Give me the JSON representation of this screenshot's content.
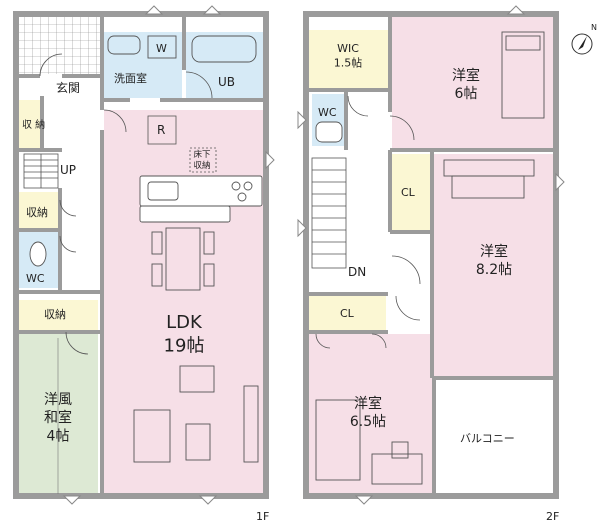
{
  "colors": {
    "wall": "#9b9b9b",
    "ldk": "#f6dfe7",
    "bedroom": "#f6dfe7",
    "wet": "#d6eaf6",
    "closet": "#fbf7d3",
    "washitsu": "#dde9d4",
    "hall": "#ffffff",
    "line": "#555555"
  },
  "floor1": {
    "label": "1F",
    "rooms": {
      "entrance": "玄関",
      "storage_side": "収\n納",
      "up": "UP",
      "storage_small": "収納",
      "wc": "WC",
      "storage_top": "収納",
      "washitsu": "洋風\n和室\n4帖",
      "washroom": "洗面室",
      "washer": "W",
      "bath": "UB",
      "fridge": "R",
      "underfloor": "床下\n収納",
      "ldk": "LDK\n19帖"
    }
  },
  "floor2": {
    "label": "2F",
    "rooms": {
      "wic": "WIC\n1.5帖",
      "wc": "WC",
      "bed6": "洋室\n6帖",
      "cl_mid": "CL",
      "bed82": "洋室\n8.2帖",
      "dn": "DN",
      "cl_low": "CL",
      "bed65": "洋室\n6.5帖",
      "balcony": "バルコニー"
    }
  },
  "compass": {
    "label": "N"
  }
}
